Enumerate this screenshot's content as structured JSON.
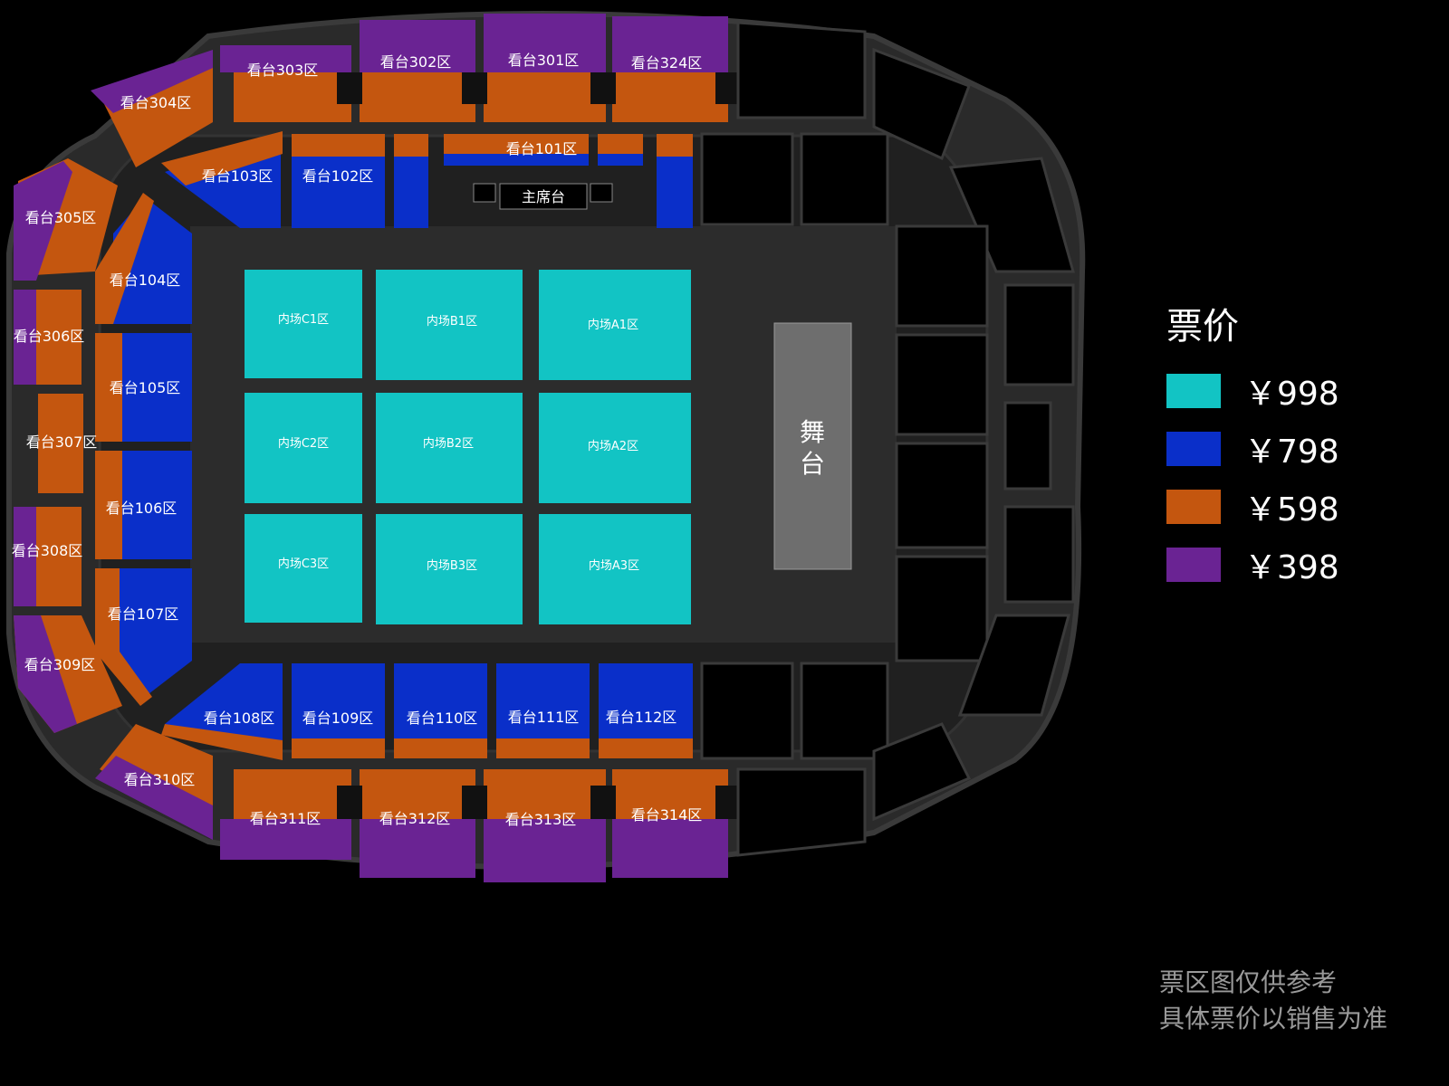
{
  "colors": {
    "p998": "#12c4c4",
    "p798": "#0a2fc9",
    "p598": "#c4560f",
    "p398": "#6a2393",
    "structure": "#2f2f2f",
    "outline": "#3a3a3a",
    "stage": "#6e6e6e"
  },
  "venue": {
    "head_table": "主席台",
    "stage": "舞台"
  },
  "floor": {
    "C1": "内场C1区",
    "B1": "内场B1区",
    "A1": "内场A1区",
    "C2": "内场C2区",
    "B2": "内场B2区",
    "A2": "内场A2区",
    "C3": "内场C3区",
    "B3": "内场B3区",
    "A3": "内场A3区"
  },
  "stands": {
    "s101": "看台101区",
    "s102": "看台102区",
    "s103": "看台103区",
    "s104": "看台104区",
    "s105": "看台105区",
    "s106": "看台106区",
    "s107": "看台107区",
    "s108": "看台108区",
    "s109": "看台109区",
    "s110": "看台110区",
    "s111": "看台111区",
    "s112": "看台112区",
    "s301": "看台301区",
    "s302": "看台302区",
    "s303": "看台303区",
    "s304": "看台304区",
    "s305": "看台305区",
    "s306": "看台306区",
    "s307": "看台307区",
    "s308": "看台308区",
    "s309": "看台309区",
    "s310": "看台310区",
    "s311": "看台311区",
    "s312": "看台312区",
    "s313": "看台313区",
    "s314": "看台314区",
    "s324": "看台324区"
  },
  "legend": {
    "title": "票价",
    "items": [
      {
        "label": "￥998",
        "color": "#12c4c4"
      },
      {
        "label": "￥798",
        "color": "#0a2fc9"
      },
      {
        "label": "￥598",
        "color": "#c4560f"
      },
      {
        "label": "￥398",
        "color": "#6a2393"
      }
    ]
  },
  "note": {
    "line1": "票区图仅供参考",
    "line2": "具体票价以销售为准"
  }
}
